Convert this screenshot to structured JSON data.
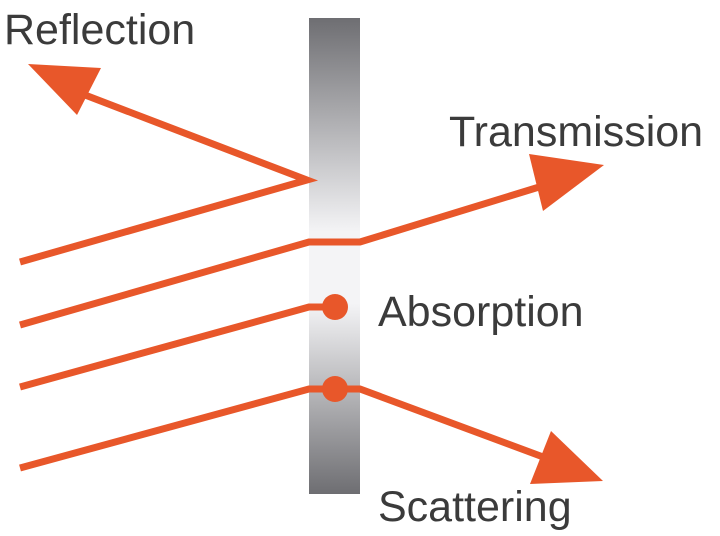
{
  "labels": {
    "reflection": "Reflection",
    "transmission": "Transmission",
    "absorption": "Absorption",
    "scattering": "Scattering"
  },
  "colors": {
    "ray": "#e8572a",
    "text": "#3b3b3b",
    "medium_light": "#f4f4f6",
    "medium_dark": "#6e6e72"
  }
}
